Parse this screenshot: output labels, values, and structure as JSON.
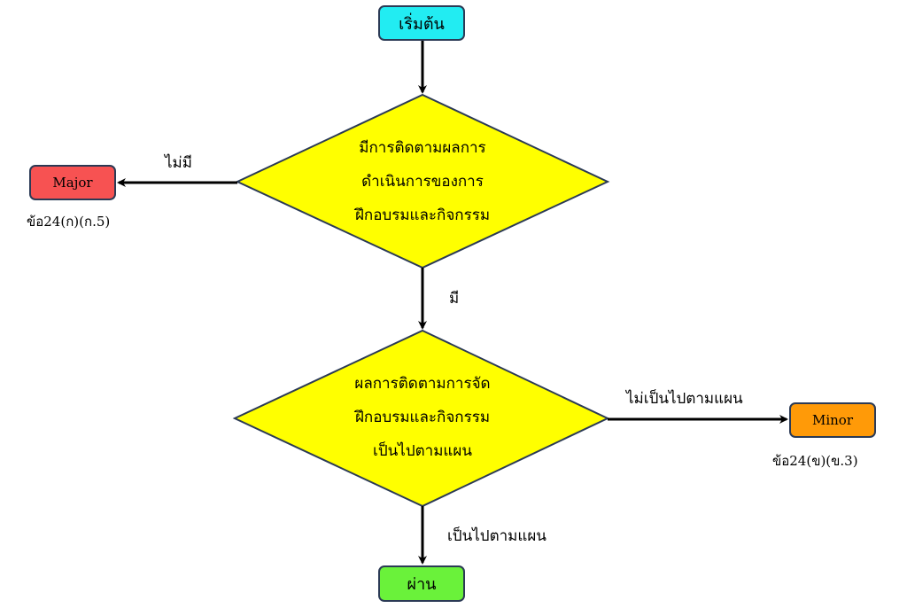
{
  "nodes": {
    "start": "เริ่มต้น",
    "decision1": [
      "มีการติดตามผลการ",
      "ดำเนินการของการ",
      "ฝึกอบรมและกิจกรรม"
    ],
    "decision2": [
      "ผลการติดตามการจัด",
      "ฝึกอบรมและกิจกรรม",
      "เป็นไปตามแผน"
    ],
    "major": "Major",
    "minor": "Minor",
    "pass": "ผ่าน"
  },
  "edges": {
    "no": "ไม่มี",
    "yes": "มี",
    "not_on_plan": "ไม่เป็นไปตามแผน",
    "on_plan": "เป็นไปตามแผน"
  },
  "refs": {
    "major": "ข้อ24(ก)(ก.5)",
    "minor": "ข้อ24(ข)(ข.3)"
  },
  "colors": {
    "start": "#22ecf2",
    "decision": "#ffff00",
    "major": "#f75252",
    "minor": "#ff9a08",
    "pass": "#6af23a",
    "border": "#2b3a55"
  }
}
